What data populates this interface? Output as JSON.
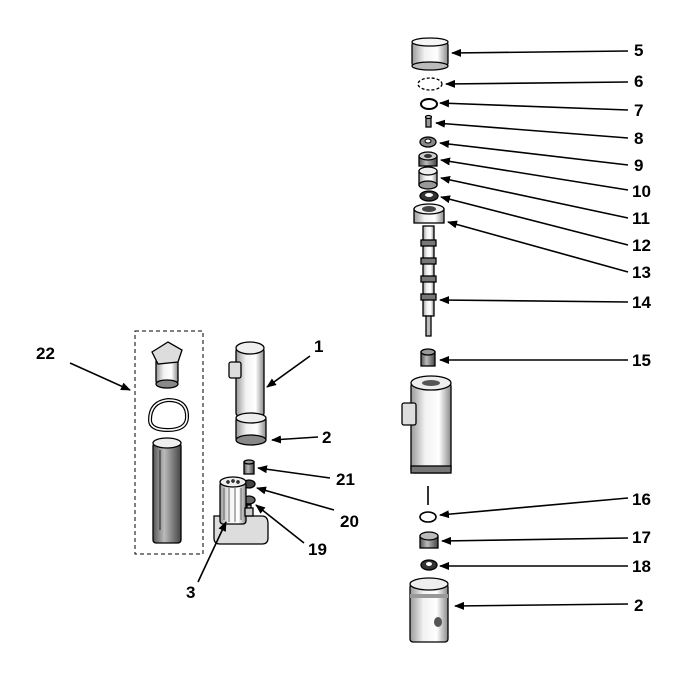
{
  "callouts": {
    "c1": "1",
    "c2_left": "2",
    "c2_right": "2",
    "c3": "3",
    "c5": "5",
    "c6": "6",
    "c7": "7",
    "c8": "8",
    "c9": "9",
    "c10": "10",
    "c11": "11",
    "c12": "12",
    "c13": "13",
    "c14": "14",
    "c15": "15",
    "c16": "16",
    "c17": "17",
    "c18": "18",
    "c19": "19",
    "c20": "20",
    "c21": "21",
    "c22": "22"
  },
  "colors": {
    "line": "#000000",
    "part_fill": "#ffffff",
    "part_shade": "#d9d9d9",
    "part_dark": "#555555"
  }
}
